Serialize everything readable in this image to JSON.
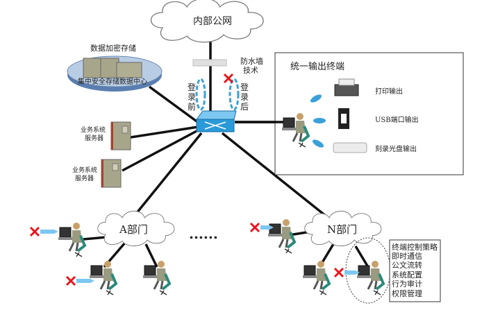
{
  "internet_cloud": {
    "label": "内部公网"
  },
  "firewall": {
    "line1": "防水墙",
    "line2": "技术"
  },
  "login_before": [
    "登",
    "录",
    "前"
  ],
  "login_after": [
    "登",
    "录",
    "后"
  ],
  "storage": {
    "title": "数据加密存储",
    "center_label": "集中安全存储数据中心"
  },
  "servers": [
    {
      "line1": "业务系统",
      "line2": "服务器"
    },
    {
      "line1": "业务系统",
      "line2": "服务器"
    }
  ],
  "output_terminal": {
    "title": "统一输出终端",
    "items": [
      {
        "label": "打印输出",
        "icon": "printer-icon"
      },
      {
        "label": "USB端口输出",
        "icon": "usb-icon"
      },
      {
        "label": "刻录光盘输出",
        "icon": "cd-burner-icon"
      }
    ]
  },
  "departments": [
    {
      "label": "A部门"
    },
    {
      "label": "N部门"
    }
  ],
  "ellipsis": "......",
  "policies": [
    "终端控制策略",
    "即时通信",
    "公文流转",
    "系统配置",
    "行为审计",
    "权限管理"
  ],
  "colors": {
    "switch": "#2a9ad8",
    "block": "#e8141c",
    "arrow": "#3aa0d8"
  }
}
